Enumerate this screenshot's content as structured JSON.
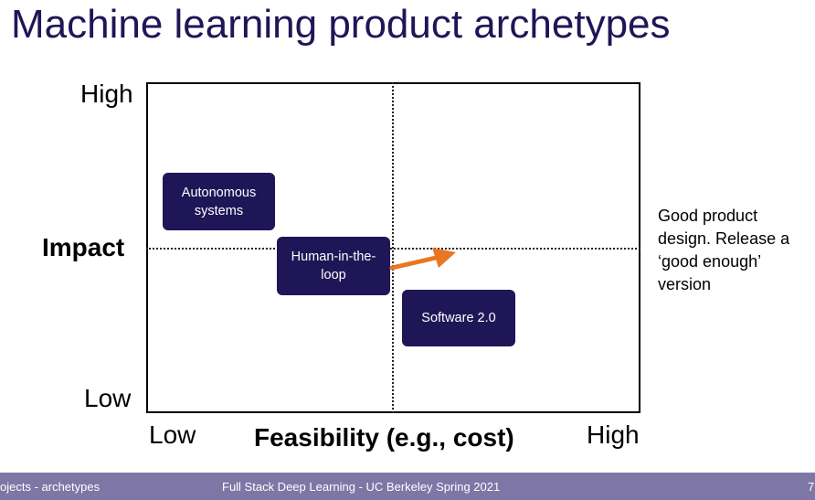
{
  "title": "Machine learning product archetypes",
  "y_axis": {
    "high": "High",
    "title": "Impact",
    "low": "Low"
  },
  "x_axis": {
    "low": "Low",
    "title": "Feasibility (e.g., cost)",
    "high": "High"
  },
  "boxes": [
    {
      "label": "Autonomous systems"
    },
    {
      "label": "Human-in-the-loop"
    },
    {
      "label": "Software 2.0"
    }
  ],
  "note": "Good product design. Release a ‘good enough’ version",
  "colors": {
    "box": "#1f1657",
    "arrow": "#e87722",
    "footer": "#7e77a6",
    "title": "#1f1657"
  },
  "footer": {
    "left": "ojects - archetypes",
    "center": "Full Stack Deep Learning - UC Berkeley Spring 2021",
    "right": "7"
  }
}
